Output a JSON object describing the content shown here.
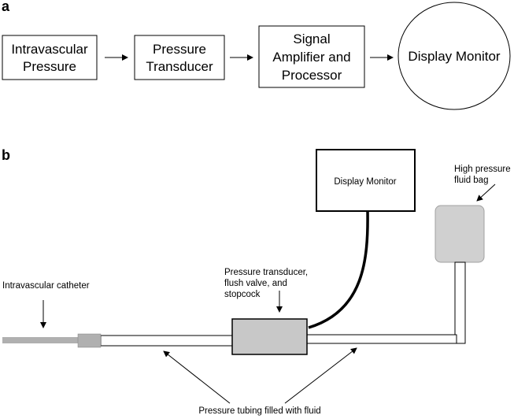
{
  "panel_a": {
    "letter": "a",
    "boxes": [
      [
        "Intravascular",
        "Pressure"
      ],
      [
        "Pressure",
        "Transducer"
      ],
      [
        "Signal",
        "Amplifier and",
        "Processor"
      ]
    ],
    "monitor_label": "Display Monitor"
  },
  "panel_b": {
    "letter": "b",
    "display_monitor": "Display Monitor",
    "fluid_bag": [
      "High pressure",
      "fluid bag"
    ],
    "catheter": "Intravascular  catheter",
    "transducer": [
      "Pressure transducer,",
      "flush valve, and",
      "stopcock"
    ],
    "tubing": "Pressure tubing filled with fluid"
  },
  "colors": {
    "device_fill": "#c8c8c8",
    "catheter_fill": "#b0b0b0",
    "bag_fill": "#d0d0d0"
  }
}
